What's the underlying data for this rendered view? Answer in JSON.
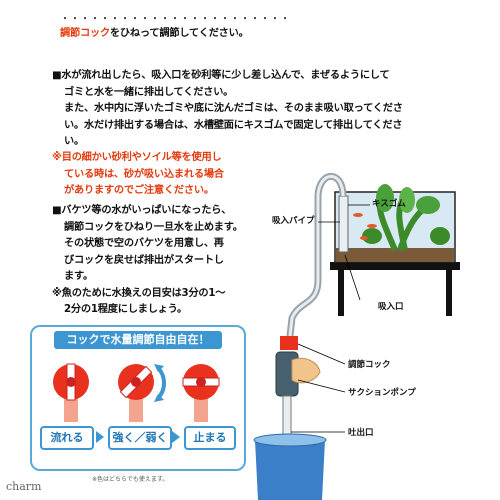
{
  "text": {
    "top_partial_plain": "・・・・・・・・・・・・・・・・・・・・・・・",
    "top_red": "調節コック",
    "top_rest": "をひねって調節してください。",
    "p1_l1": "■水が流れ出したら、吸入口を砂利等に少し差し込んで、まぜるようにして",
    "p1_l2": "ゴミと水を一緒に排出してください。",
    "p1_l3": "また、水中内に浮いたゴミや底に沈んだゴミは、そのまま吸い取ってくださ",
    "p1_l4": "い。水だけ排出する場合は、水槽壁面にキスゴムで固定して排出してくださ",
    "p1_l5": "い。",
    "warn_l1": "※目の細かい砂利やソイル等を使用し",
    "warn_l2": "ている時は、砂が吸い込まれる場合",
    "warn_l3": "がありますのでご注意ください。",
    "p2_l1": "■バケツ等の水がいっぱいになったら、",
    "p2_l2": "調節コックをひねり一旦水を止めます。",
    "p2_l3": "その状態で空のバケツを用意し、再",
    "p2_l4": "びコックを戻せば排出がスタートし",
    "p2_l5": "ます。",
    "p3_l1": "※魚のために水換えの目安は3分の1〜",
    "p3_l2": "2分の1程度にしましょう。"
  },
  "labels": {
    "kiss_gum": "キスゴム",
    "intake_pipe": "吸入パイプ",
    "intake": "吸入口",
    "valve": "調節コック",
    "pump": "サクションポンプ",
    "outlet": "吐出口"
  },
  "valve_panel": {
    "title": "コックで水量調節自由自在！",
    "flow": "流れる",
    "strong_weak": "強く／弱く",
    "stop": "止まる",
    "note": "※色はどちらでも使えます。"
  },
  "watermark": "charm",
  "colors": {
    "red": "#e33a0e",
    "blue": "#3b96d2",
    "valve_red": "#e8321e"
  }
}
